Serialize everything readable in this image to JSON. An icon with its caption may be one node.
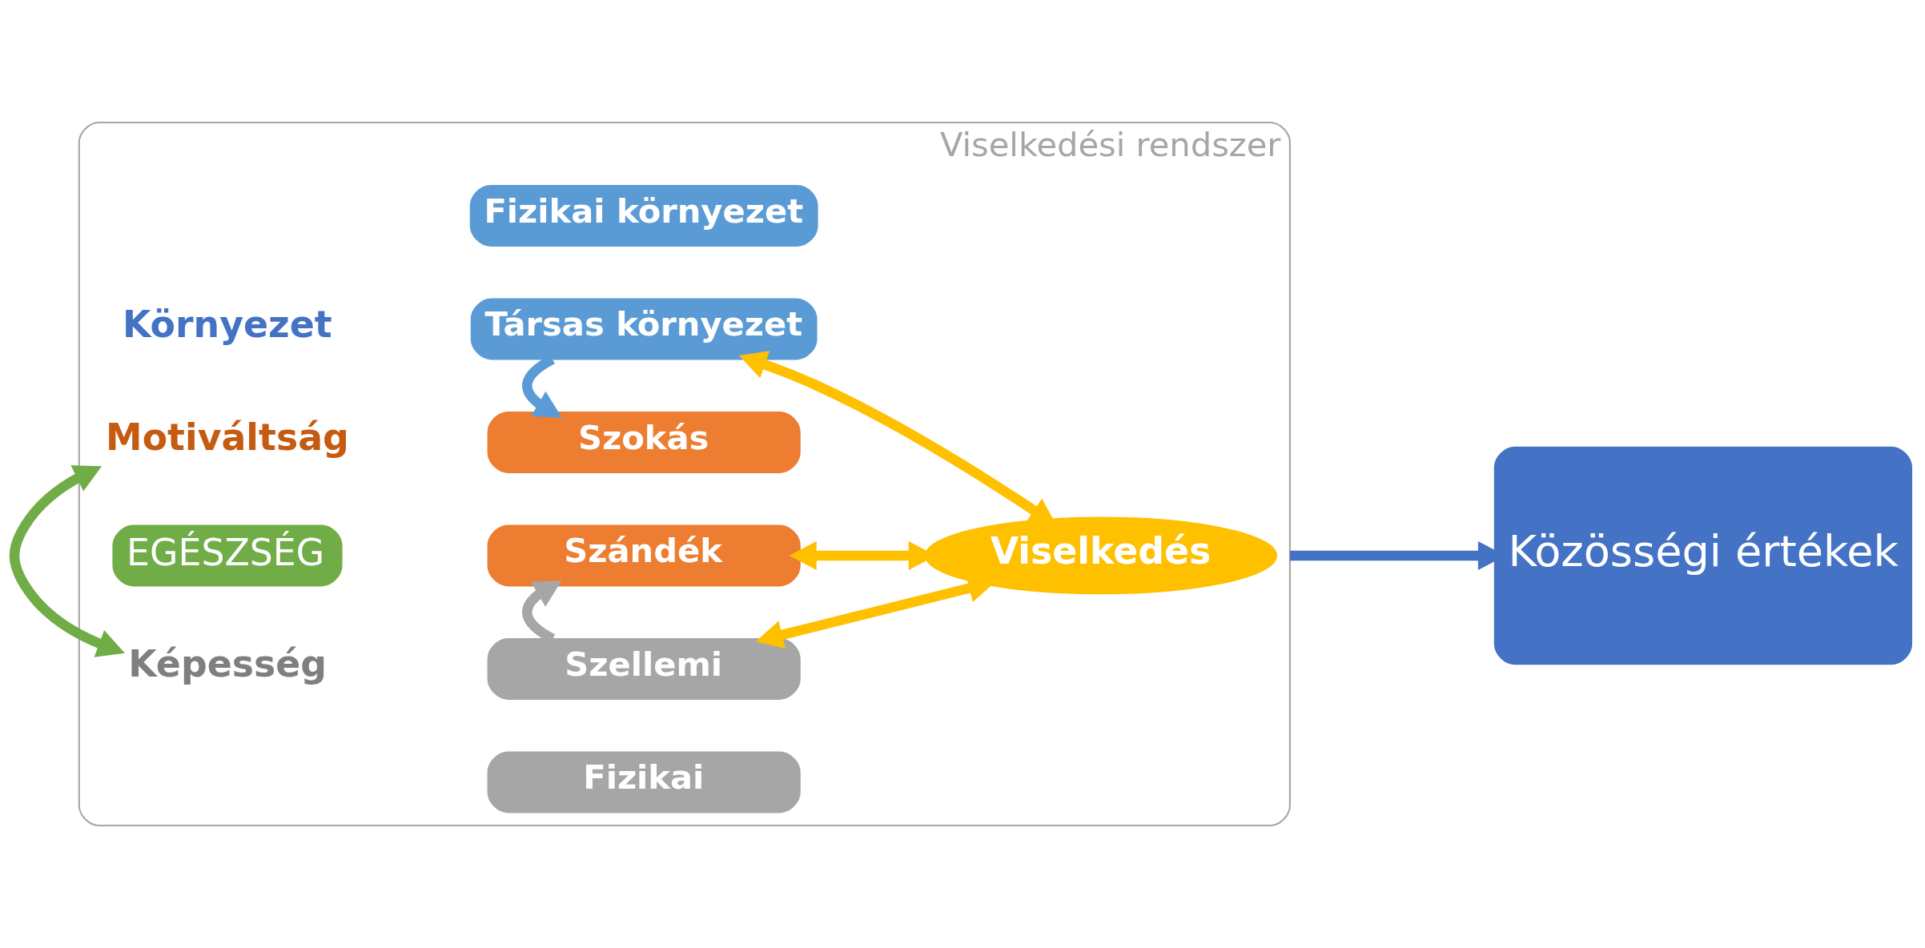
{
  "diagram": {
    "nodes": [
      {
        "text": [
          "Viselkedési rendszer"
        ]
      },
      {
        "text": [
          "Képesség"
        ],
        "in": 0
      },
      {
        "text": [
          "Fizikai"
        ],
        "in": 0
      },
      {
        "text": [
          "Szellemi"
        ],
        "in": 0
      },
      {
        "text": [
          "EGÉSZSÉG"
        ],
        "in": 0
      },
      {
        "text": [
          "Motiváltság"
        ],
        "in": 0
      },
      {
        "text": [
          "Szándék"
        ],
        "in": 0
      },
      {
        "text": [
          "Szokás"
        ],
        "in": 0
      },
      {
        "text": [
          "Környezet"
        ],
        "in": 0
      },
      {
        "text": [
          "Társas környezet"
        ],
        "in": 0
      },
      {
        "text": [
          "Fizikai környezet"
        ],
        "in": 0
      },
      {
        "text": [
          "Viselkedés"
        ],
        "in": 0
      },
      {
        "text": [
          "Közösségi értékek"
        ]
      }
    ],
    "edges": [
      {
        "from": 1,
        "to": 5,
        "arrow": "both",
        "color": "#70ad47"
      },
      {
        "from": 3,
        "to": 6,
        "arrow": "to",
        "color": "#a6a6a6"
      },
      {
        "from": 9,
        "to": 7,
        "arrow": "to",
        "color": "#5b9bd5"
      },
      {
        "from": 3,
        "to": 11,
        "arrow": "both"
      },
      {
        "from": 6,
        "to": 11,
        "arrow": "both"
      },
      {
        "from": 9,
        "to": 11,
        "arrow": "both"
      },
      {
        "from": 0,
        "to": 12,
        "arrow": "to",
        "color": "#4472c4"
      }
    ]
  }
}
